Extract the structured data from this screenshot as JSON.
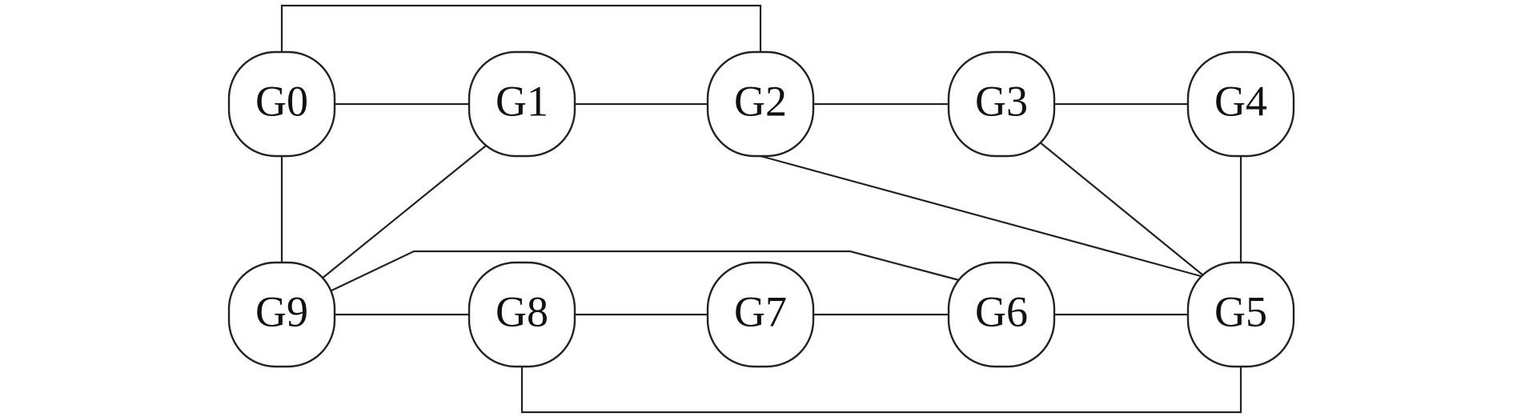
{
  "nodes": [
    {
      "id": "G0",
      "label": "G0"
    },
    {
      "id": "G1",
      "label": "G1"
    },
    {
      "id": "G2",
      "label": "G2"
    },
    {
      "id": "G3",
      "label": "G3"
    },
    {
      "id": "G4",
      "label": "G4"
    },
    {
      "id": "G5",
      "label": "G5"
    },
    {
      "id": "G6",
      "label": "G6"
    },
    {
      "id": "G7",
      "label": "G7"
    },
    {
      "id": "G8",
      "label": "G8"
    },
    {
      "id": "G9",
      "label": "G9"
    }
  ],
  "edges": [
    {
      "from": "G0",
      "to": "G1"
    },
    {
      "from": "G1",
      "to": "G2"
    },
    {
      "from": "G2",
      "to": "G3"
    },
    {
      "from": "G3",
      "to": "G4"
    },
    {
      "from": "G0",
      "to": "G2"
    },
    {
      "from": "G0",
      "to": "G9"
    },
    {
      "from": "G1",
      "to": "G9"
    },
    {
      "from": "G2",
      "to": "G5"
    },
    {
      "from": "G3",
      "to": "G5"
    },
    {
      "from": "G4",
      "to": "G5"
    },
    {
      "from": "G9",
      "to": "G8"
    },
    {
      "from": "G8",
      "to": "G7"
    },
    {
      "from": "G7",
      "to": "G6"
    },
    {
      "from": "G6",
      "to": "G5"
    },
    {
      "from": "G9",
      "to": "G6"
    },
    {
      "from": "G8",
      "to": "G5"
    }
  ],
  "colors": {
    "stroke": "#222222",
    "fill": "#ffffff",
    "text": "#111111"
  }
}
